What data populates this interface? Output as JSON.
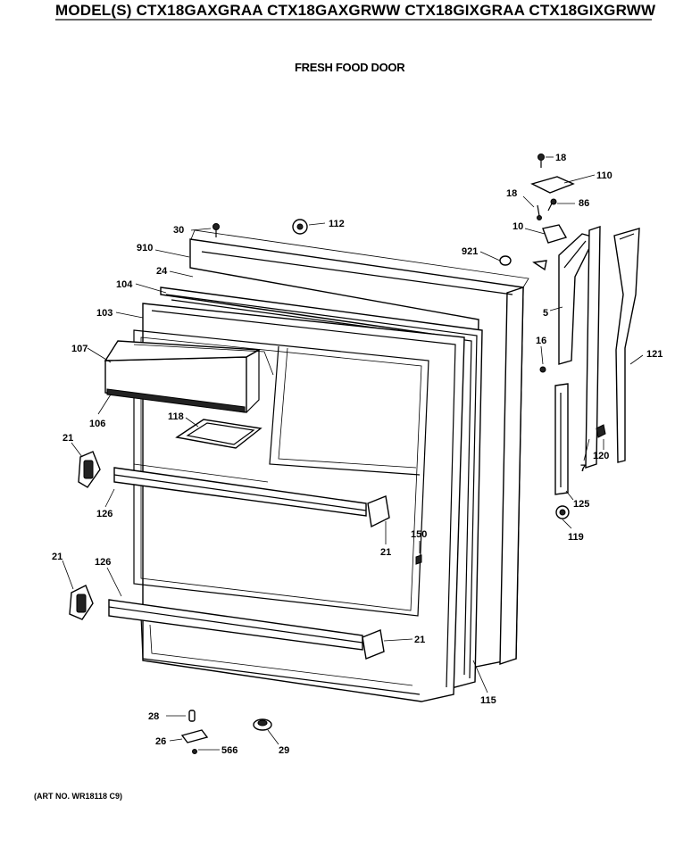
{
  "header": {
    "models": "MODEL(S) CTX18GAXGRAA  CTX18GAXGRWW  CTX18GIXGRAA  CTX18GIXGRWW"
  },
  "subtitle": "FRESH FOOD DOOR",
  "art_number": "(ART NO. WR18118 C9)",
  "callouts": {
    "c18a": "18",
    "c110": "110",
    "c18b": "18",
    "c86": "86",
    "c10": "10",
    "c30": "30",
    "c112": "112",
    "c910": "910",
    "c921": "921",
    "c24": "24",
    "c104": "104",
    "c103": "103",
    "c5": "5",
    "c107": "107",
    "c16": "16",
    "c121": "121",
    "c106": "106",
    "c118": "118",
    "c21a": "21",
    "c7": "7",
    "c120": "120",
    "c126a": "126",
    "c125": "125",
    "c119": "119",
    "c150": "150",
    "c21b": "21",
    "c21c": "21",
    "c126b": "126",
    "c21d": "21",
    "c115": "115",
    "c28": "28",
    "c26": "26",
    "c566": "566",
    "c29": "29"
  }
}
